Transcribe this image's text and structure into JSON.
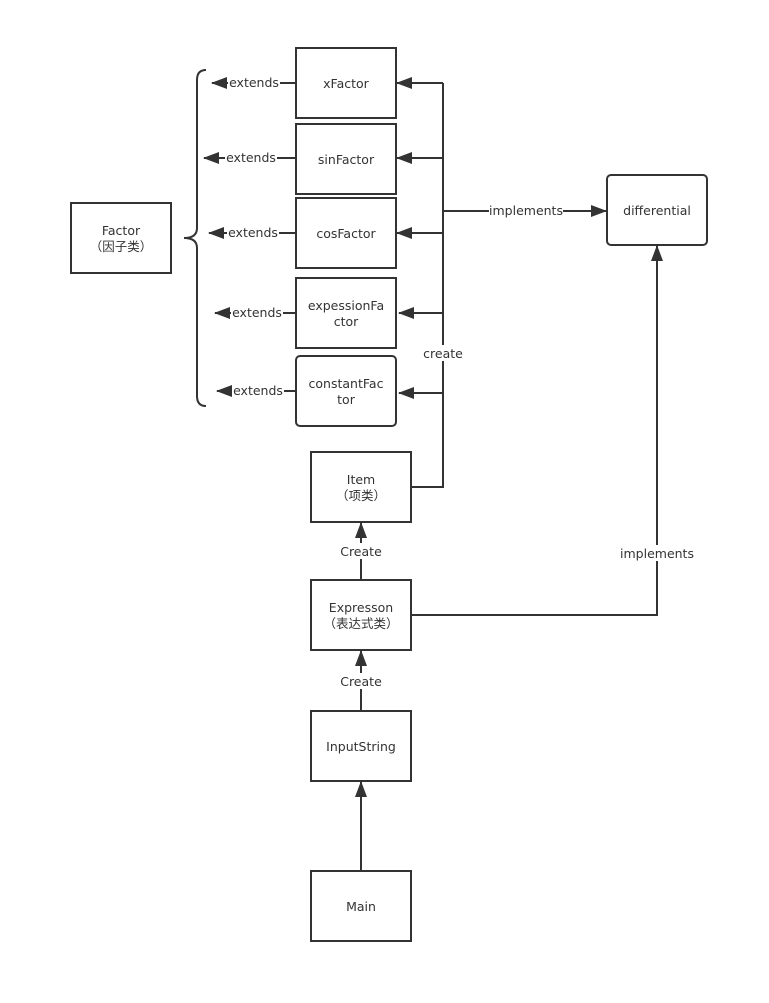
{
  "nodes": {
    "factor": {
      "line1": "Factor",
      "line2": "（因子类）"
    },
    "xfactor": {
      "line1": "xFactor"
    },
    "sinfactor": {
      "line1": "sinFactor"
    },
    "cosfactor": {
      "line1": "cosFactor"
    },
    "expessionfactor": {
      "line1": "expessionFa",
      "line2": "ctor"
    },
    "constantfactor": {
      "line1": "constantFac",
      "line2": "tor"
    },
    "item": {
      "line1": "Item",
      "line2": "（项类）"
    },
    "expresson": {
      "line1": "Expresson",
      "line2": "（表达式类）"
    },
    "inputstring": {
      "line1": "InputString"
    },
    "main": {
      "line1": "Main"
    },
    "differential": {
      "line1": "differential"
    }
  },
  "edges": {
    "extends": "extends",
    "create": "create",
    "implements": "implements",
    "create_cap": "Create"
  }
}
